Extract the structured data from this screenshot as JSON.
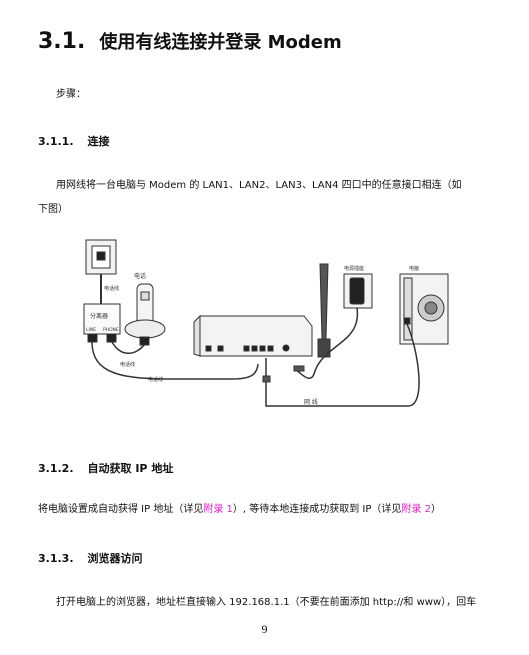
{
  "section": {
    "number": "3.1.",
    "title": "使用有线连接并登录 Modem"
  },
  "steps_label": "步骤：",
  "sub1": {
    "number": "3.1.1.",
    "title": "连接"
  },
  "sub1_text_line1": "用网线将一台电脑与 Modem 的 LAN1、LAN2、LAN3、LAN4 四口中的任意接口相连（如",
  "sub1_text_line2": "下图）",
  "diagram": {
    "label_phone": "电话",
    "label_phone_line_top": "电话线",
    "label_splitter": "分离器",
    "label_line": "LINE",
    "label_phone_port": "PHONE",
    "label_phone_line_mid": "电话线",
    "label_phone_line_bottom": "电话线",
    "label_power": "电源插座",
    "label_pc": "电脑",
    "label_network_cable": "网 线"
  },
  "sub2": {
    "number": "3.1.2.",
    "title": "自动获取 IP 地址"
  },
  "sub2_text_a": "将电脑设置成自动获得 IP 地址（详见",
  "sub2_link1": "附录 1",
  "sub2_text_b": "）, 等待本地连接成功获取到 IP（详见",
  "sub2_link2": "附录 2",
  "sub2_text_c": "）",
  "sub3": {
    "number": "3.1.3.",
    "title": "浏览器访问"
  },
  "sub3_text": "打开电脑上的浏览器，地址栏直接输入 192.168.1.1（不要在前面添加 http://和 www），回车",
  "page_number": "9"
}
